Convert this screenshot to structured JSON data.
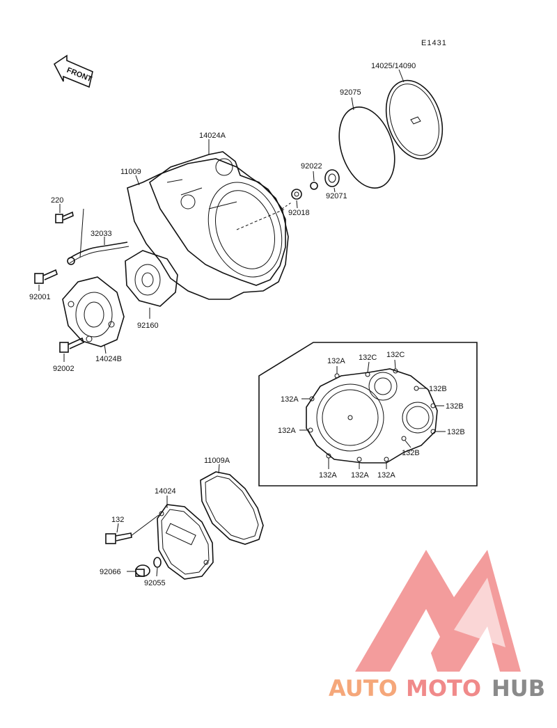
{
  "diagram_code": "E1431",
  "front_label": "FRONT",
  "parts": {
    "p14025_14090": "14025/14090",
    "p92075": "92075",
    "p14024A": "14024A",
    "p11009": "11009",
    "p92022": "92022",
    "p92071": "92071",
    "p92018": "92018",
    "p220": "220",
    "p32033": "32033",
    "p92001": "92001",
    "p92160": "92160",
    "p92002": "92002",
    "p14024B": "14024B",
    "p11009A": "11009A",
    "p14024": "14024",
    "p132": "132",
    "p92066": "92066",
    "p92055": "92055"
  },
  "detail_labels": {
    "l1": "132A",
    "l2": "132C",
    "l3": "132C",
    "l4": "132B",
    "l5": "132A",
    "l6": "132B",
    "l7": "132A",
    "l8": "132B",
    "l9": "132B",
    "l10": "132A",
    "l11": "132A",
    "l12": "132A"
  },
  "watermark": {
    "part1": "AUTO",
    "part2": "MOTO",
    "part3": "HUB",
    "colors": {
      "auto": "#f5a77a",
      "moto": "#f08a8a",
      "hub": "#8a8a8a",
      "logo": "#f28b8b"
    }
  }
}
